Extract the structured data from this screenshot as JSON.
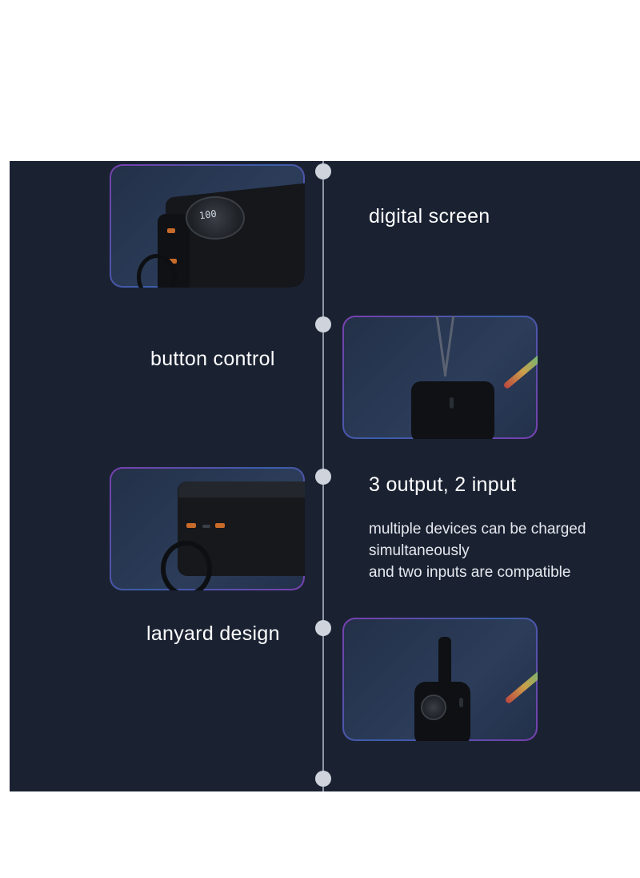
{
  "features": [
    {
      "caption": "digital screen",
      "image_icon": "power-bank-screen-photo"
    },
    {
      "caption": "button control",
      "image_icon": "power-bank-button-photo"
    },
    {
      "caption": "3 output, 2 input",
      "description_lines": [
        "multiple devices can be charged",
        "simultaneously",
        "and two inputs are compatible"
      ],
      "image_icon": "power-bank-ports-photo"
    },
    {
      "caption": "lanyard design",
      "image_icon": "power-bank-lanyard-photo"
    }
  ],
  "led_readout": "100",
  "colors": {
    "panel_background": "#1a2232",
    "timeline": "#8f96a3",
    "dot": "#cfd4dc",
    "card_border_accent": "#7a3fb0",
    "text": "#ffffff"
  }
}
